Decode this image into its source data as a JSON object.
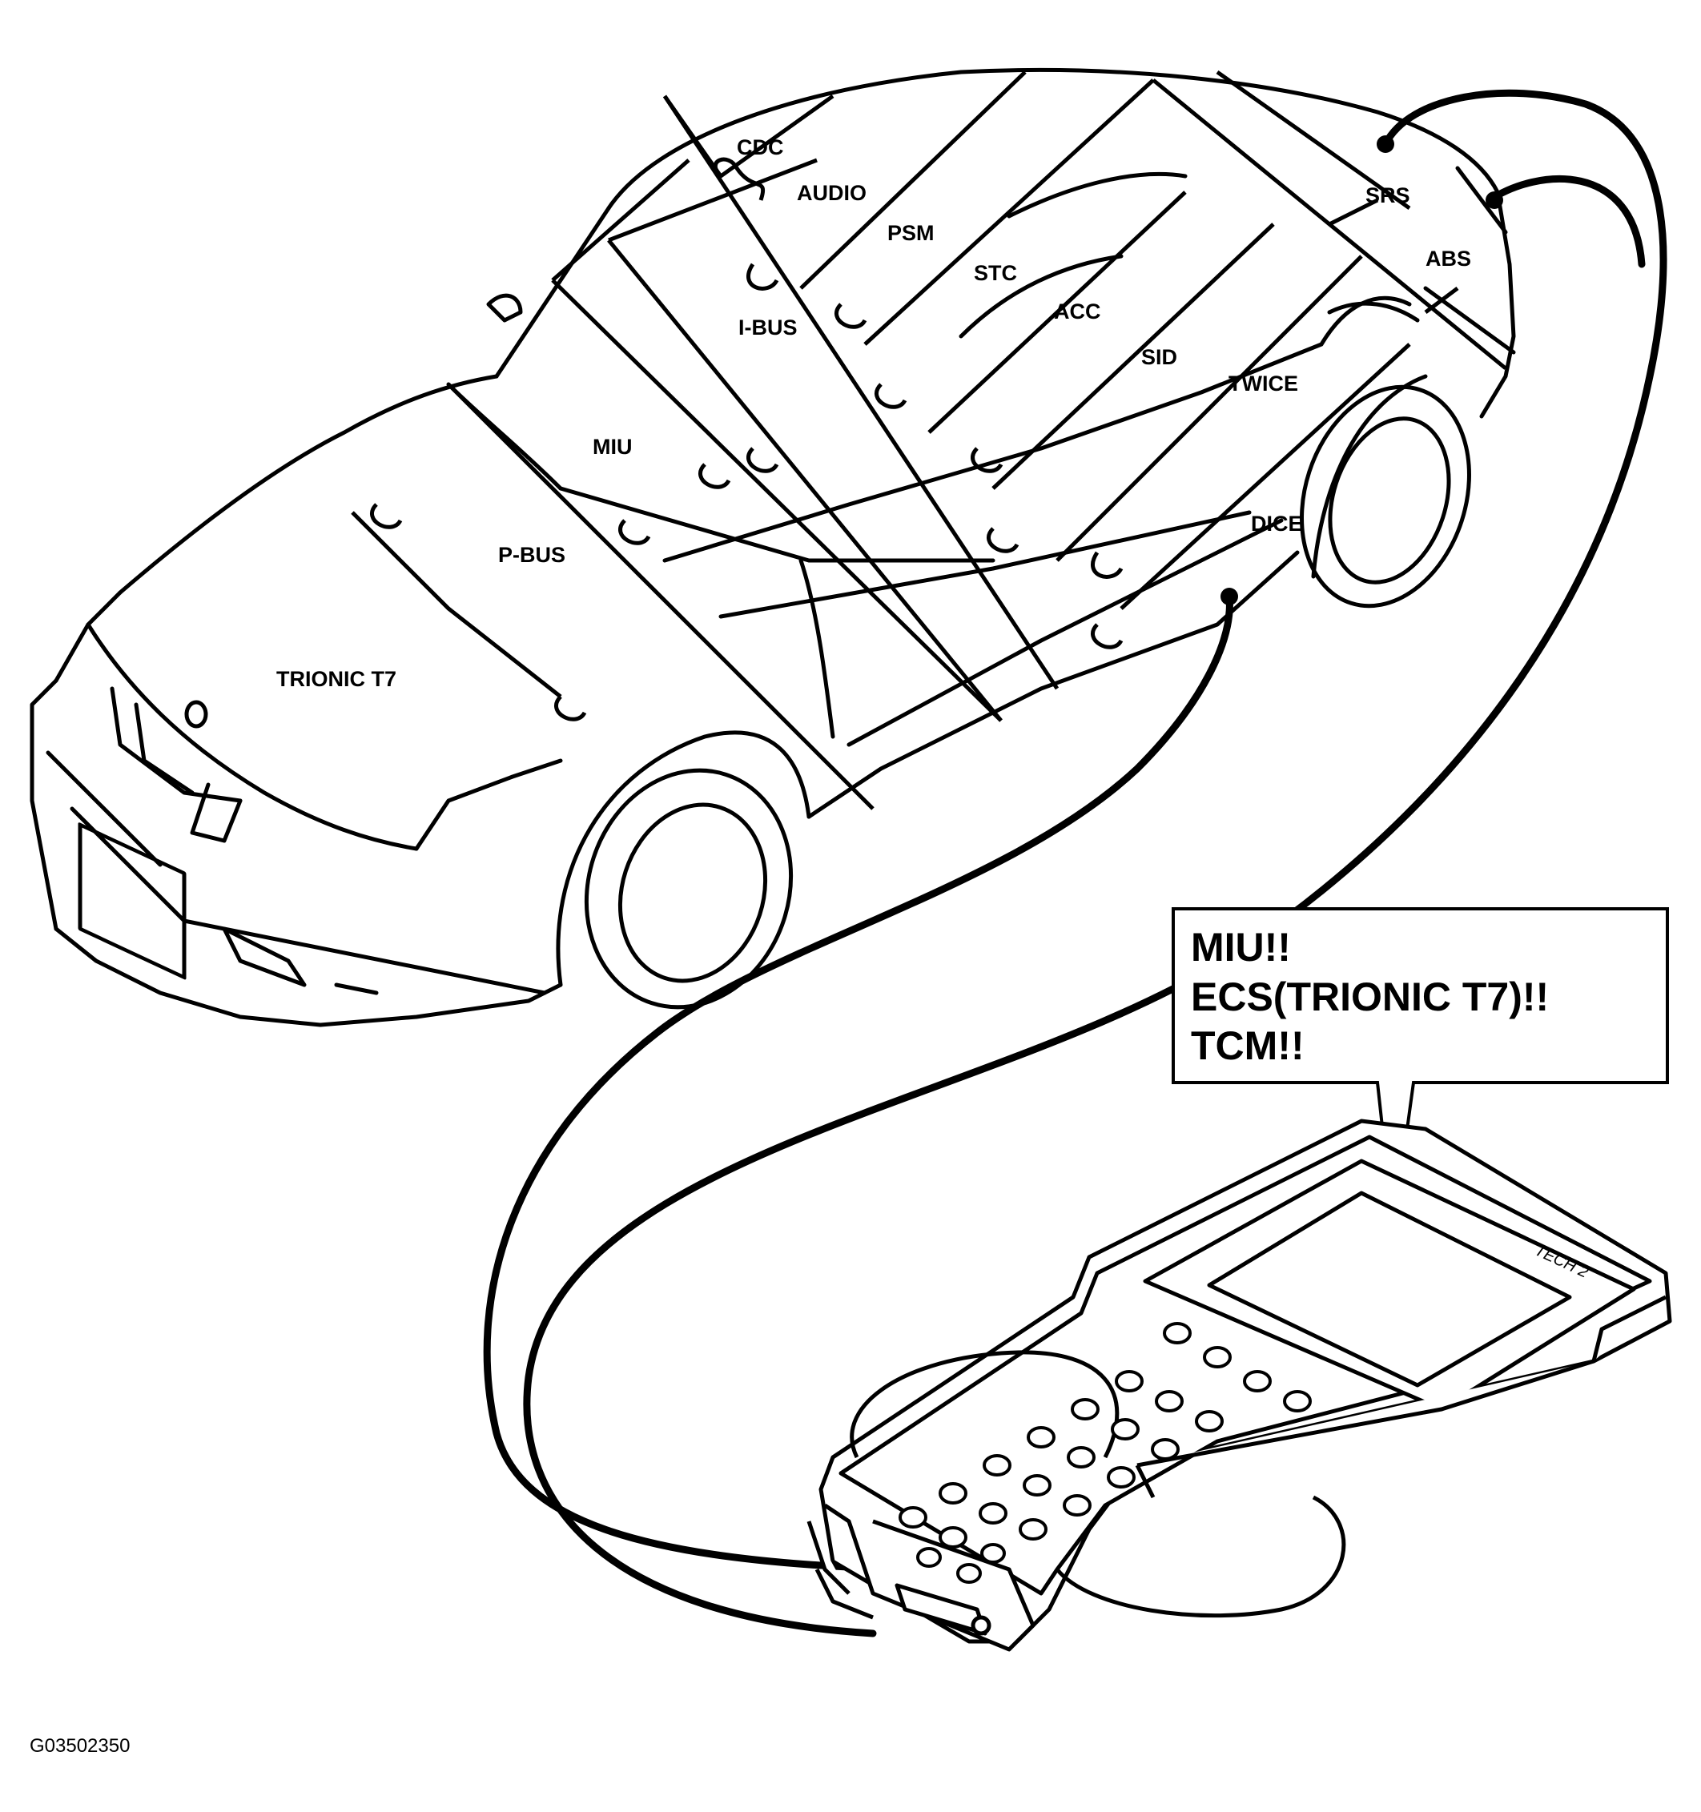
{
  "modules": {
    "cdc": "CDC",
    "audio": "AUDIO",
    "psm": "PSM",
    "stc": "STC",
    "acc": "ACC",
    "srs": "SRS",
    "abs": "ABS",
    "ibus": "I-BUS",
    "sid": "SID",
    "twice": "TWICE",
    "miu": "MIU",
    "pbus": "P-BUS",
    "dice": "DICE",
    "trionic": "TRIONIC T7"
  },
  "callout": {
    "line1": "MIU!!",
    "line2": "ECS(TRIONIC T7)!!",
    "line3": "TCM!!"
  },
  "tool": {
    "brand": "TECH 2"
  },
  "figure_id": "G03502350"
}
